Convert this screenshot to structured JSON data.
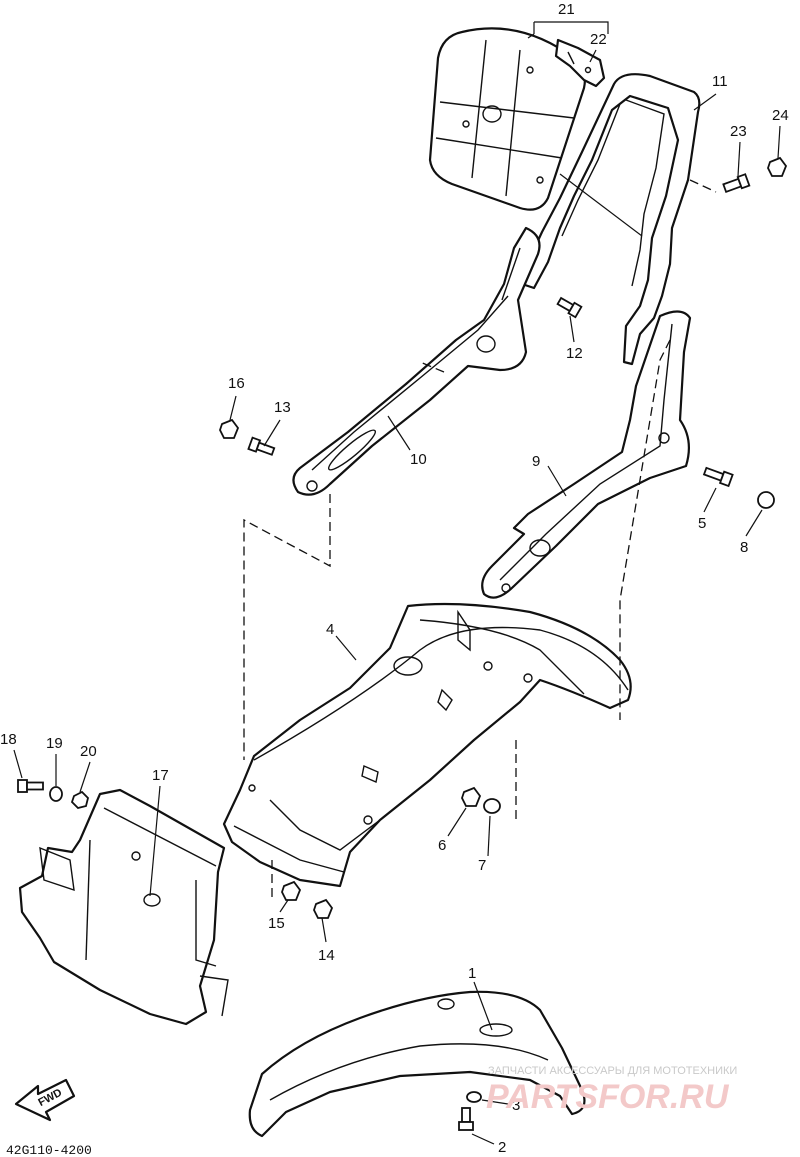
{
  "diagram": {
    "drawing_code": "42G110-4200",
    "fwd_arrow_label": "FWD",
    "watermark": {
      "caption": "ЗАПЧАСТИ АКСЕССУАРЫ ДЛЯ МОТОТЕХНИКИ",
      "logo": "PARTSFOR.RU"
    },
    "callouts": {
      "p1": "1",
      "p2": "2",
      "p3": "3",
      "p4": "4",
      "p5": "5",
      "p6": "6",
      "p7": "7",
      "p8": "8",
      "p9": "9",
      "p10": "10",
      "p11": "11",
      "p12": "12",
      "p13": "13",
      "p14": "14",
      "p15": "15",
      "p16": "16",
      "p17": "17",
      "p18": "18",
      "p19": "19",
      "p20": "20",
      "p21": "21",
      "p22": "22",
      "p23": "23",
      "p24": "24"
    }
  }
}
